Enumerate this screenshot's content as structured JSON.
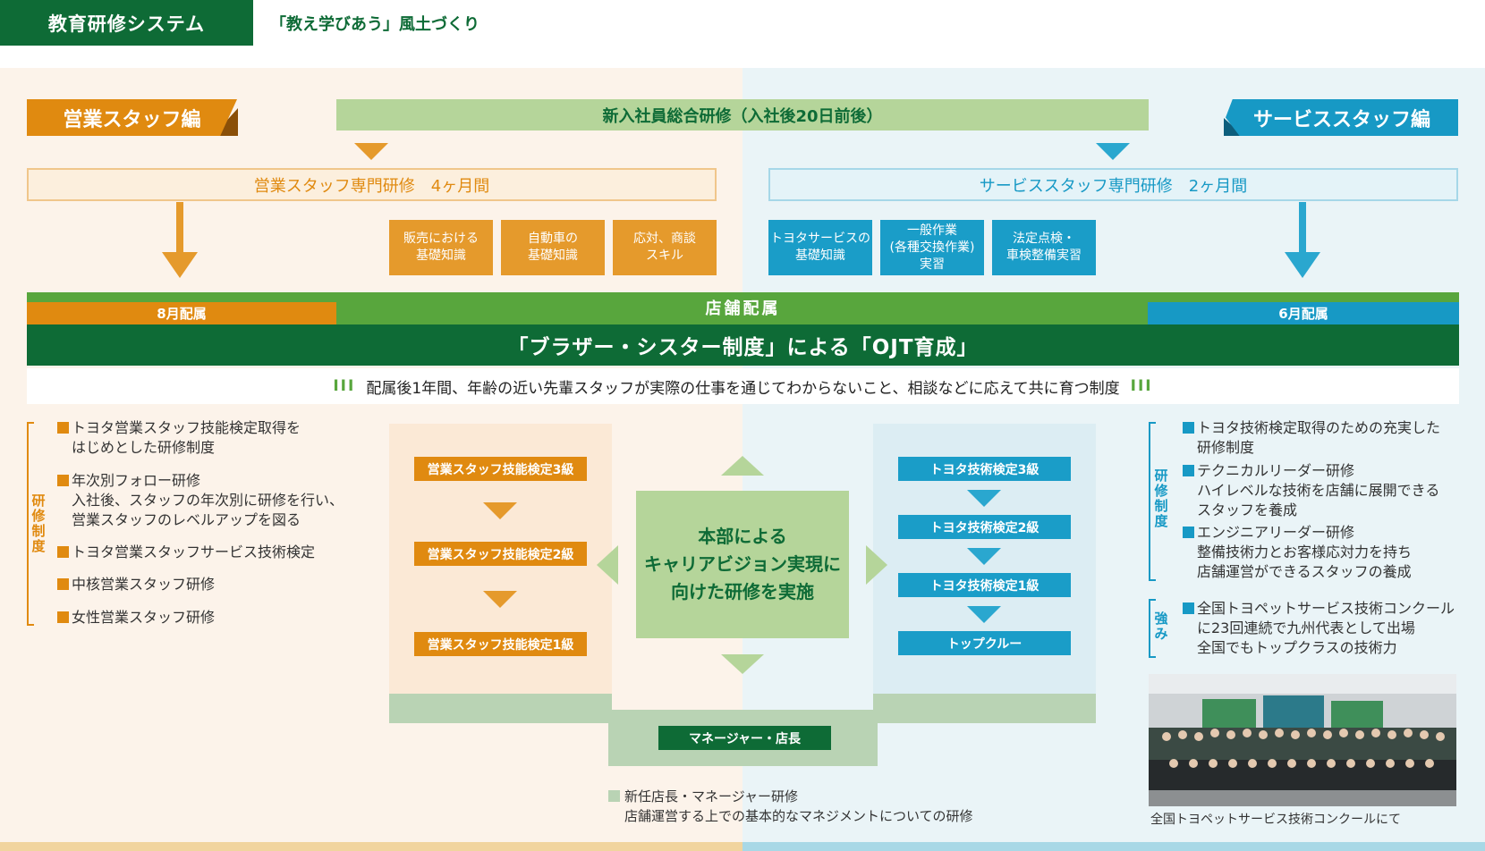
{
  "header": {
    "label": "教育研修システム",
    "tagline": "「教え学びあう」風土づくり"
  },
  "banners": {
    "sales": "営業スタッフ編",
    "service": "サービススタッフ編",
    "new_hire": "新入社員総合研修（入社後20日前後）"
  },
  "sales_course": {
    "title": "営業スタッフ専門研修　4ヶ月間",
    "subjects": [
      {
        "line1": "販売における",
        "line2": "基礎知識"
      },
      {
        "line1": "自動車の",
        "line2": "基礎知識"
      },
      {
        "line1": "応対、商談",
        "line2": "スキル"
      }
    ]
  },
  "service_course": {
    "title": "サービススタッフ専門研修　2ヶ月間",
    "subjects": [
      {
        "line1": "トヨタサービスの",
        "line2": "基礎知識",
        "line3": ""
      },
      {
        "line1": "一般作業",
        "line2": "(各種交換作業)",
        "line3": "実習"
      },
      {
        "line1": "法定点検・",
        "line2": "車検整備実習",
        "line3": ""
      }
    ]
  },
  "assignment": {
    "store": "店舗配属",
    "sales_month": "8月配属",
    "service_month": "6月配属",
    "ojt_title": "「ブラザー・シスター制度」による「OJT育成」",
    "ojt_desc": "配属後1年間、年齢の近い先輩スタッフが実際の仕事を通じてわからないこと、相談などに応えて共に育つ制度",
    "bars": "III"
  },
  "sales_system": {
    "label": "研修制度",
    "items": [
      {
        "line1": "トヨタ営業スタッフ技能検定取得を",
        "line2": "はじめとした研修制度",
        "line3": ""
      },
      {
        "line1": "年次別フォロー研修",
        "line2": "入社後、スタッフの年次別に研修を行い、",
        "line3": "営業スタッフのレベルアップを図る"
      },
      {
        "line1": "トヨタ営業スタッフサービス技術検定",
        "line2": "",
        "line3": ""
      },
      {
        "line1": "中核営業スタッフ研修",
        "line2": "",
        "line3": ""
      },
      {
        "line1": "女性営業スタッフ研修",
        "line2": "",
        "line3": ""
      }
    ]
  },
  "service_system": {
    "label": "研修制度",
    "items": [
      {
        "line1": "トヨタ技術検定取得のための充実した",
        "line2": "研修制度",
        "line3": ""
      },
      {
        "line1": "テクニカルリーダー研修",
        "line2": "ハイレベルな技術を店舗に展開できる",
        "line3": "スタッフを養成"
      },
      {
        "line1": "エンジニアリーダー研修",
        "line2": "整備技術力とお客様応対力を持ち",
        "line3": "店舗運営ができるスタッフの養成"
      }
    ]
  },
  "strength": {
    "label": "強み",
    "line1": "全国トヨペットサービス技術コンクール",
    "line2": "に23回連続で九州代表として出場",
    "line3": "全国でもトップクラスの技術力"
  },
  "sales_levels": [
    "営業スタッフ技能検定3級",
    "営業スタッフ技能検定2級",
    "営業スタッフ技能検定1級"
  ],
  "service_levels": [
    "トヨタ技術検定3級",
    "トヨタ技術検定2級",
    "トヨタ技術検定1級",
    "トップクルー"
  ],
  "hq": {
    "line1": "本部による",
    "line2": "キャリアビジョン実現に",
    "line3": "向けた研修を実施"
  },
  "manager": {
    "box": "マネージャー・店長",
    "note_line1": "新任店長・マネージャー研修",
    "note_line2": "店舗運営する上での基本的なマネジメントについての研修"
  },
  "photo": {
    "caption": "全国トヨペットサービス技術コンクールにて"
  },
  "colors": {
    "green_dark": "#0e6b36",
    "green_mid": "#58a63d",
    "green_light": "#b5d59a",
    "orange": "#e08a10",
    "blue": "#1799c5"
  }
}
